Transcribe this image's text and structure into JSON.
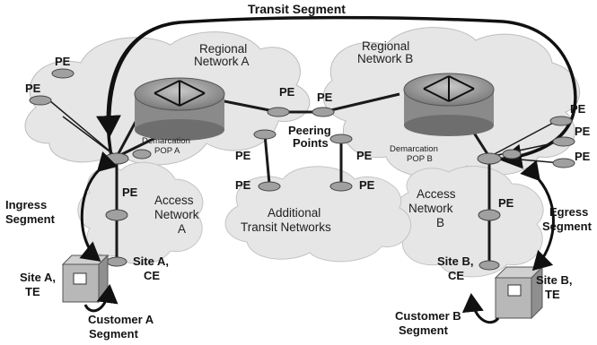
{
  "labels": {
    "transit_segment": "Transit Segment",
    "regional_a": [
      "Regional",
      "Network A"
    ],
    "regional_b": [
      "Regional",
      "Network B"
    ],
    "pe": "PE",
    "peering_points": [
      "Peering",
      "Points"
    ],
    "demarc_a": [
      "Demarcation",
      "POP A"
    ],
    "demarc_b": [
      "Demarcation",
      "POP B"
    ],
    "access_a": [
      "Access",
      "Network",
      "A"
    ],
    "access_b": [
      "Access",
      "Network",
      "B"
    ],
    "additional": [
      "Additional",
      "Transit Networks"
    ],
    "ingress": [
      "Ingress",
      "Segment"
    ],
    "egress": [
      "Egress",
      "Segment"
    ],
    "site_a_te": [
      "Site A,",
      "TE"
    ],
    "site_a_ce": [
      "Site A,",
      "CE"
    ],
    "site_b_ce": [
      "Site B,",
      "CE"
    ],
    "site_b_te": [
      "Site B,",
      "TE"
    ],
    "customer_a": [
      "Customer A",
      "Segment"
    ],
    "customer_b": [
      "Customer B",
      "Segment"
    ]
  },
  "colors": {
    "cloud": "#e6e6e6",
    "router": "#a0a0a0",
    "link": "#1a1a1a",
    "box": "#b8b8b8"
  }
}
